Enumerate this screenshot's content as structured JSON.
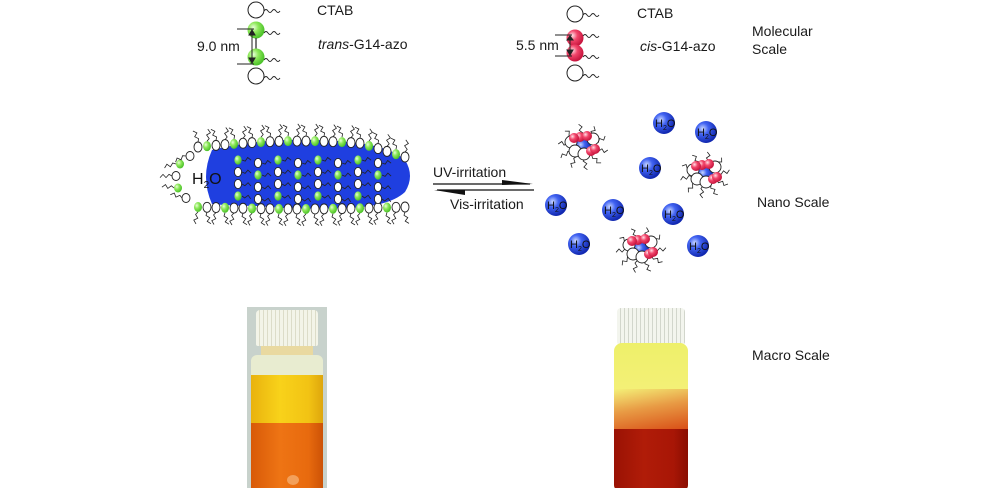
{
  "molecular": {
    "trans": {
      "ctab_label": "CTAB",
      "distance_label": "9.0 nm",
      "azo_prefix": "trans",
      "azo_suffix": "-G14-azo",
      "azo_color": "#7be04a"
    },
    "cis": {
      "ctab_label": "CTAB",
      "distance_label": "5.5 nm",
      "azo_prefix": "cis",
      "azo_suffix": "-G14-azo",
      "azo_color": "#ee3d63"
    },
    "scale_label_line1": "Molecular",
    "scale_label_line2": "Scale"
  },
  "nano": {
    "micelle_core_label": "H",
    "micelle_core_sub": "2",
    "micelle_core_tail": "O",
    "forward_arrow_label": "UV-irritation",
    "reverse_arrow_label": "Vis-irritation",
    "water_label": "H2O",
    "water_count": 9,
    "aggregate_count": 3,
    "scale_label": "Nano Scale",
    "micelle_fill": "#1f3fe0"
  },
  "macro": {
    "left_vial_desc": "vial: yellow upper phase over orange lower phase",
    "right_vial_desc": "vial: pale yellow upper phase over dark red lower phase",
    "scale_label": "Macro Scale"
  }
}
